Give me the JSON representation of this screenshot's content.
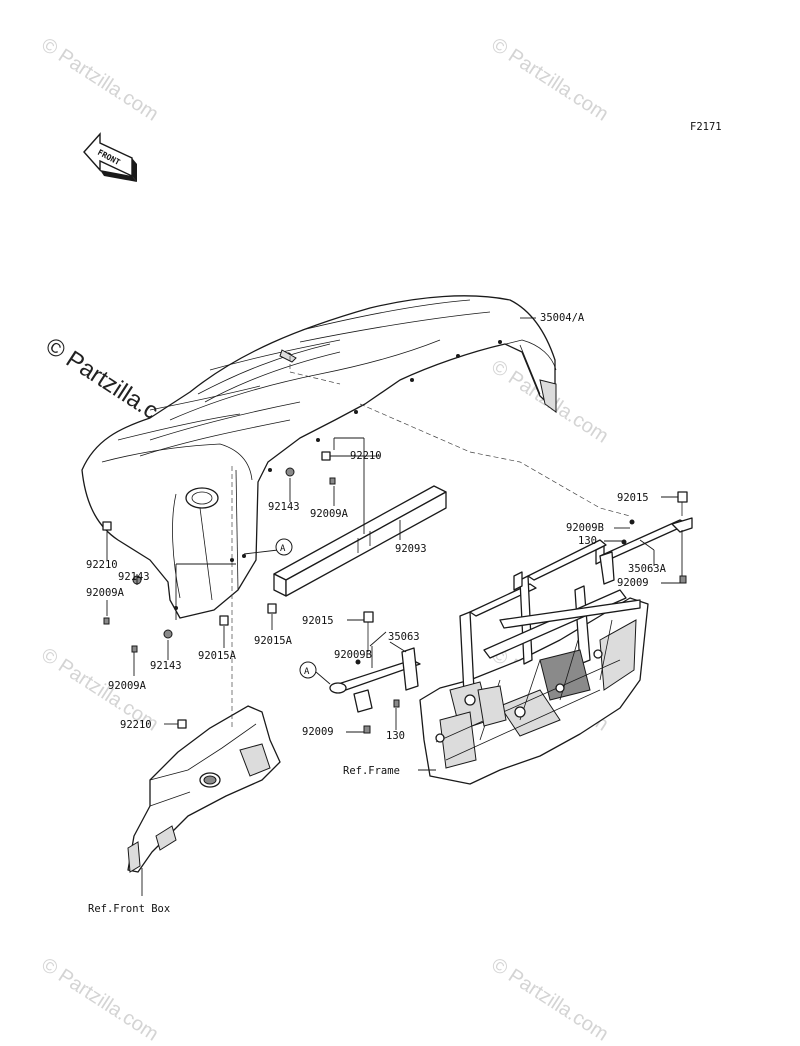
{
  "figure_code": "F2171",
  "front_label": "FRONT",
  "watermark": "© Partzilla.com",
  "callouts": {
    "c35004A": "35004/A",
    "c92210_top": "92210",
    "c92143_top": "92143",
    "c92009A_top": "92009A",
    "c92093": "92093",
    "c92210_left": "92210",
    "c92143_left": "92143",
    "c92009A_left": "92009A",
    "c92143_mid": "92143",
    "c92009A_low": "92009A",
    "c92015A_left": "92015A",
    "c92015A_mid": "92015A",
    "c92015_right": "92015",
    "c92009B_right": "92009B",
    "c130_right": "130",
    "c35063A": "35063A",
    "c92009_right": "92009",
    "c92015_mid": "92015",
    "c35063": "35063",
    "c92009B_mid": "92009B",
    "c92009_mid": "92009",
    "c130_mid": "130",
    "c92210_low": "92210",
    "ref_frame": "Ref.Frame",
    "ref_front_box": "Ref.Front Box",
    "marker_a1": "A",
    "marker_a2": "A"
  },
  "colors": {
    "line": "#1a1a1a",
    "watermark": "#d4d4d4",
    "background": "#ffffff"
  }
}
